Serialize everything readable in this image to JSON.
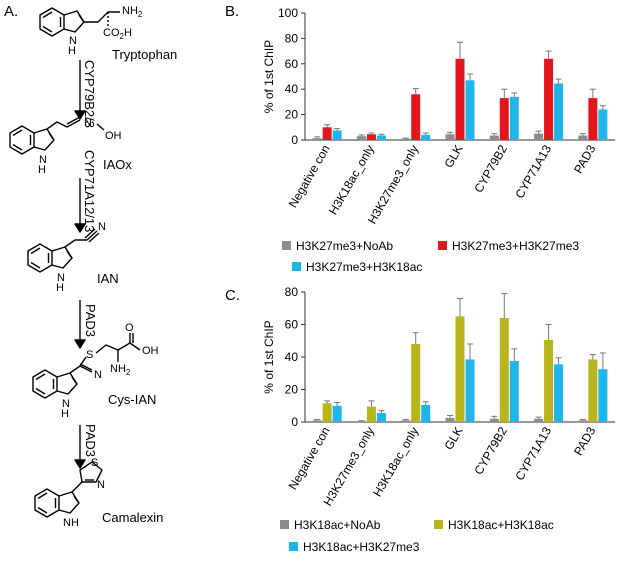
{
  "panel_labels": {
    "a": "A.",
    "b": "B.",
    "c": "C."
  },
  "pathway": {
    "compounds": [
      "Tryptophan",
      "IAOx",
      "IAN",
      "Cys-IAN",
      "Camalexin"
    ],
    "enzymes": [
      "CYP79B2/3",
      "CYP71A12/13",
      "PAD3",
      "PAD3"
    ],
    "atoms": {
      "nh2": "NH",
      "nh2_sub": "2",
      "co2h": "CO",
      "co2h_sub": "2",
      "co2h_tail": "H",
      "n": "N",
      "h": "H",
      "oh": "OH",
      "s": "S",
      "nh": "NH"
    },
    "colors": {
      "line": "#000000"
    }
  },
  "chart_data": [
    {
      "type": "bar",
      "ylabel": "% of 1st ChIP",
      "ylim": [
        0,
        100
      ],
      "yticks": [
        0,
        20,
        40,
        60,
        80,
        100
      ],
      "categories": [
        "Negative con",
        "H3K18ac_only",
        "H3K27me3_only",
        "GLK",
        "CYP79B2",
        "CYP71A13",
        "PAD3"
      ],
      "series": [
        {
          "name": "H3K27me3+NoAb",
          "color": "#8c8c8c",
          "values": [
            1.5,
            3,
            1,
            4.5,
            3.5,
            5,
            3.5
          ],
          "errors": [
            1,
            1,
            0.5,
            1.5,
            1.5,
            2,
            1.5
          ]
        },
        {
          "name": "H3K27me3+H3K27me3",
          "color": "#e3161d",
          "values": [
            10,
            4.5,
            36,
            64,
            33,
            64,
            33
          ],
          "errors": [
            2,
            1,
            4.5,
            13,
            7,
            6,
            7
          ]
        },
        {
          "name": "H3K27me3+H3K18ac",
          "color": "#1fb4ea",
          "values": [
            7.5,
            3.5,
            4,
            47,
            34,
            44.5,
            24
          ],
          "errors": [
            1.5,
            1,
            1.5,
            5,
            3,
            3.5,
            3
          ]
        }
      ],
      "legend_placement": "bottom",
      "grid": false
    },
    {
      "type": "bar",
      "ylabel": "% of 1st ChIP",
      "ylim": [
        0,
        80
      ],
      "yticks": [
        0,
        20,
        40,
        60,
        80
      ],
      "categories": [
        "Negative con",
        "H3K27me3_only",
        "H3K18ac_only",
        "GLK",
        "CYP79B2",
        "CYP71A13",
        "PAD3"
      ],
      "series": [
        {
          "name": "H3K18ac+NoAb",
          "color": "#8c8c8c",
          "values": [
            1,
            0.5,
            1,
            2.5,
            2,
            2,
            1
          ],
          "errors": [
            0.5,
            0.3,
            0.5,
            1.5,
            1.5,
            1,
            0.5
          ]
        },
        {
          "name": "H3K18ac+H3K18ac",
          "color": "#b7b51c",
          "values": [
            11.5,
            9.5,
            48,
            65,
            64,
            50.5,
            38.5
          ],
          "errors": [
            1.5,
            3.5,
            7,
            11,
            15,
            9.5,
            3
          ]
        },
        {
          "name": "H3K18ac+H3K27me3",
          "color": "#1fb4ea",
          "values": [
            10,
            5.5,
            10.5,
            38.5,
            37.5,
            35.5,
            32.5
          ],
          "errors": [
            2,
            1.5,
            2,
            9.5,
            7.5,
            4,
            10
          ]
        }
      ],
      "legend_placement": "bottom",
      "grid": false
    }
  ]
}
